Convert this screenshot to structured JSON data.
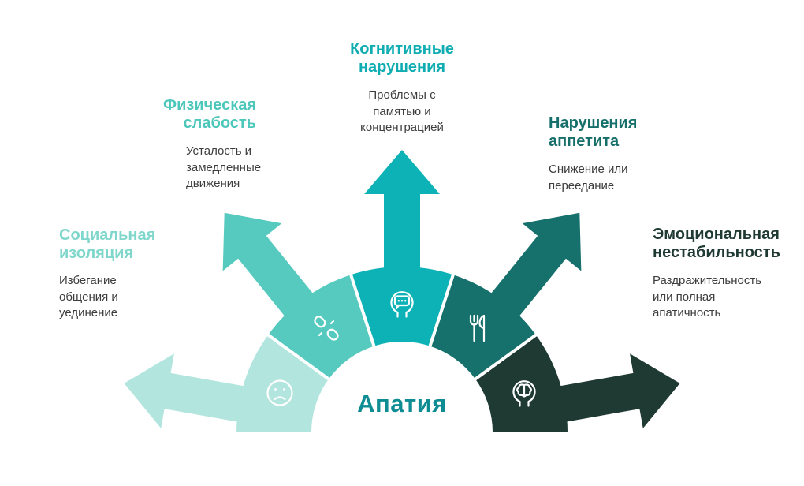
{
  "center": {
    "label": "Апатия",
    "color": "#0d8c93"
  },
  "text_color": "#3d3d3d",
  "background": "#ffffff",
  "branches": [
    {
      "title": "Социальная\nизоляция",
      "description": "Избегание\nобщения и\nуединение",
      "color": "#b3e5df",
      "title_color": "#7fd7cc",
      "icon": "sad-face-icon"
    },
    {
      "title": "Физическая\nслабость",
      "description": "Усталость и\nзамедленные\nдвижения",
      "color": "#56cabf",
      "title_color": "#4cc7ba",
      "icon": "broken-link-icon"
    },
    {
      "title": "Когнитивные\nнарушения",
      "description": "Проблемы с\nпамятью и\nконцентрацией",
      "color": "#0cb2b6",
      "title_color": "#0fadb2",
      "icon": "head-speech-icon"
    },
    {
      "title": "Нарушения\nаппетита",
      "description": "Снижение или\nпереедание",
      "color": "#16706b",
      "title_color": "#166f6a",
      "icon": "cutlery-icon"
    },
    {
      "title": "Эмоциональная\nнестабильность",
      "description": "Раздражительность\nили полная\nапатичность",
      "color": "#1f3933",
      "title_color": "#1f3933",
      "icon": "head-brain-icon"
    }
  ]
}
